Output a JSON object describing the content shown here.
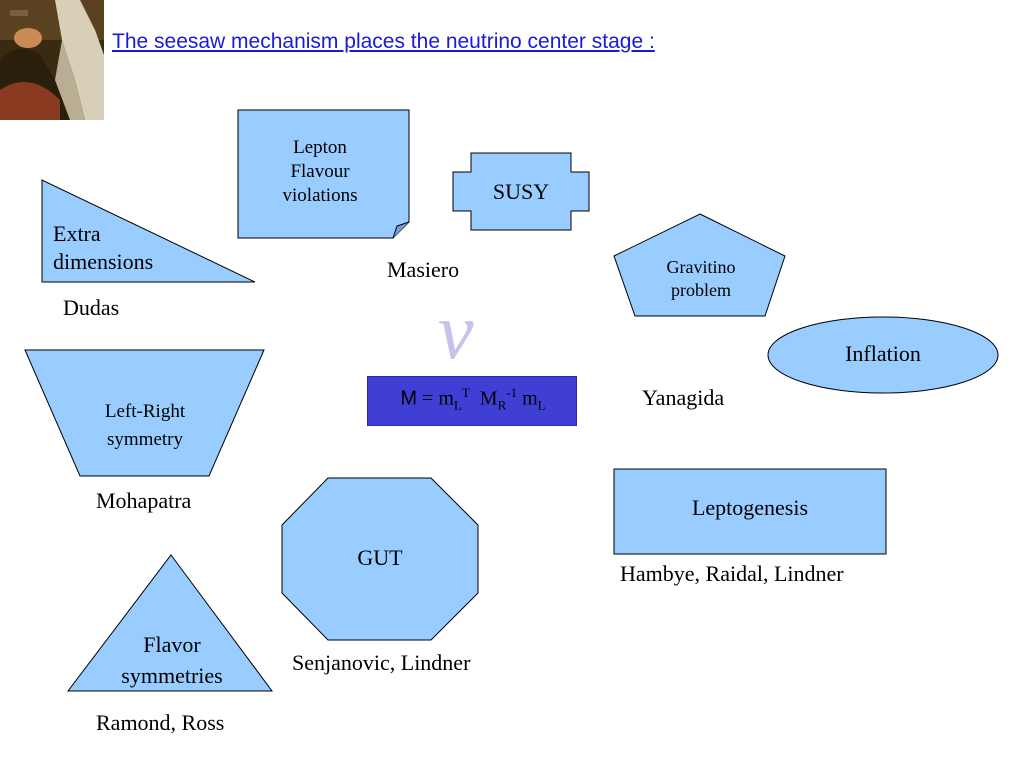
{
  "title": "The seesaw mechanism places the neutrino center stage :",
  "center_symbol": "ν",
  "formula": {
    "lhs": "M",
    "eq": " = m",
    "sub1": "L",
    "sup1": "T",
    "m2": "  M",
    "sub2": "R",
    "sup2": "-1",
    "m3": " m",
    "sub3": "L"
  },
  "shapes": {
    "lepton_flavour": "Lepton\nFlavour\nviolations",
    "susy": "SUSY",
    "extra_dimensions": "Extra\ndimensions",
    "gravitino": "Gravitino\nproblem",
    "inflation": "Inflation",
    "left_right": "Left-Right\nsymmetry",
    "leptogenesis": "Leptogenesis",
    "gut": "GUT",
    "flavor_symmetries": "Flavor\nsymmetries"
  },
  "names": {
    "masiero": "Masiero",
    "dudas": "Dudas",
    "yanagida": "Yanagida",
    "mohapatra": "Mohapatra",
    "hambye": "Hambye, Raidal, Lindner",
    "senjanovic": "Senjanovic, Lindner",
    "ramond": "Ramond, Ross"
  },
  "colors": {
    "shape_fill": "#99ccff",
    "shape_stroke": "#000000",
    "formula_fill": "#3f3fd6",
    "title": "#1a1ad8",
    "nu_symbol": "#c9c0ec"
  }
}
